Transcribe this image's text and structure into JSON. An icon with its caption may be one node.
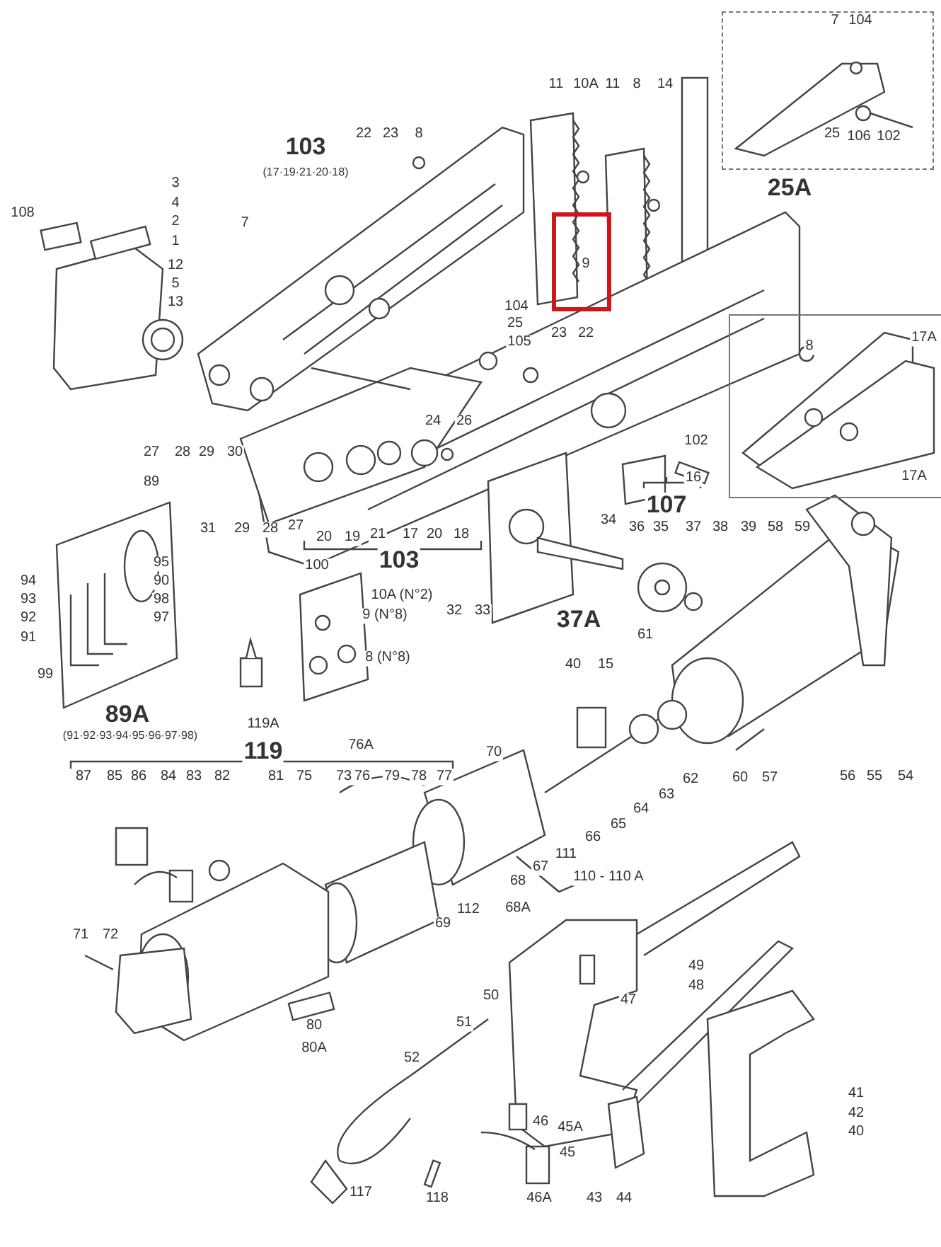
{
  "diagram": {
    "nodes": [
      {
        "text": [
          "25A"
        ]
      },
      {
        "text": [
          "17A",
          "17A"
        ]
      },
      {
        "text": [
          "9"
        ]
      }
    ],
    "labels": [
      "7",
      "104",
      "25",
      "106",
      "102",
      "11",
      "10A",
      "11",
      "8",
      "14",
      "103",
      "(17·19·21·20·18)",
      "22",
      "23",
      "8",
      "108",
      "3",
      "4",
      "2",
      "1",
      "7",
      "12",
      "5",
      "13",
      "104",
      "25",
      "105",
      "23",
      "22",
      "8",
      "24",
      "26",
      "27",
      "28",
      "29",
      "30",
      "102",
      "16",
      "31",
      "29",
      "28",
      "27",
      "20",
      "19",
      "21",
      "17",
      "20",
      "18",
      "103",
      "107",
      "34",
      "36",
      "35",
      "37",
      "38",
      "39",
      "58",
      "59",
      "89",
      "94",
      "93",
      "92",
      "91",
      "95",
      "90",
      "98",
      "97",
      "100",
      "10A (N°2)",
      "9 (N°8)",
      "8 (N°8)",
      "32",
      "33",
      "37A",
      "61",
      "99",
      "89A",
      "(91·92·93·94·95·96·97·98)",
      "40",
      "15",
      "119A",
      "119",
      "76A",
      "70",
      "87",
      "85",
      "86",
      "84",
      "83",
      "82",
      "81",
      "75",
      "73",
      "76",
      "79",
      "78",
      "77",
      "62",
      "60",
      "57",
      "56",
      "55",
      "54",
      "63",
      "64",
      "65",
      "66",
      "111",
      "67",
      "68",
      "110 - 110 A",
      "68A",
      "69",
      "112",
      "71",
      "72",
      "49",
      "48",
      "50",
      "47",
      "80",
      "80A",
      "51",
      "52",
      "41",
      "42",
      "40",
      "46",
      "45A",
      "45",
      "117",
      "118",
      "46A",
      "43",
      "44"
    ]
  }
}
